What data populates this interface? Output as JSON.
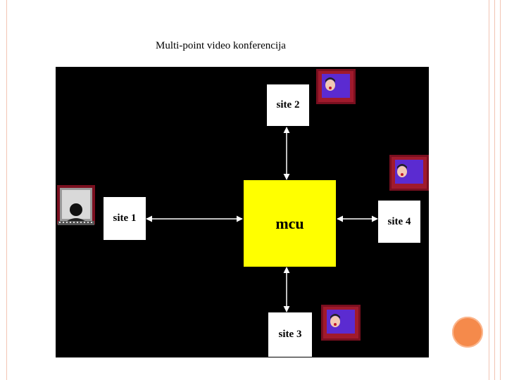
{
  "title": "Multi-point video konferencija",
  "diagram": {
    "center": "mcu",
    "sites": {
      "site1": "site 1",
      "site2": "site 2",
      "site3": "site 3",
      "site4": "site 4"
    }
  },
  "colors": {
    "diagram_background": "#000000",
    "mcu_fill": "#ffff00",
    "site_fill": "#ffffff",
    "monitor_frame": "#7a0f1f",
    "monitor_screen": "#5b2bd1",
    "accent_dot": "#f58a4b"
  },
  "icons": {
    "site1": "person-back-monitor-icon",
    "site2": "face-monitor-icon",
    "site3": "face-monitor-icon",
    "site4": "face-monitor-icon"
  }
}
